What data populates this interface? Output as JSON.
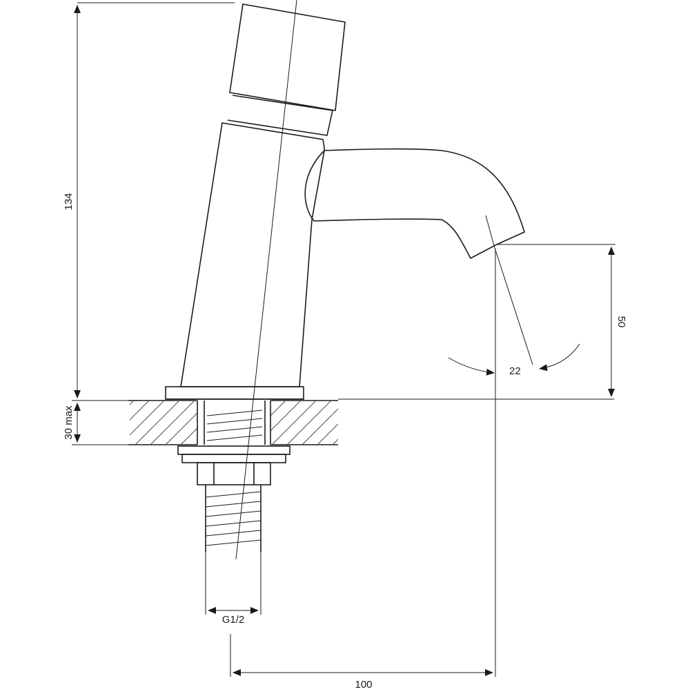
{
  "drawing": {
    "subject": "faucet",
    "line_color": "#1a1a1a",
    "background": "#ffffff"
  },
  "dimensions": {
    "total_height": "134",
    "deck_thickness": "30 max",
    "spout_height": "50",
    "spout_angle": "22",
    "thread_size": "G1/2",
    "spout_reach": "100"
  }
}
